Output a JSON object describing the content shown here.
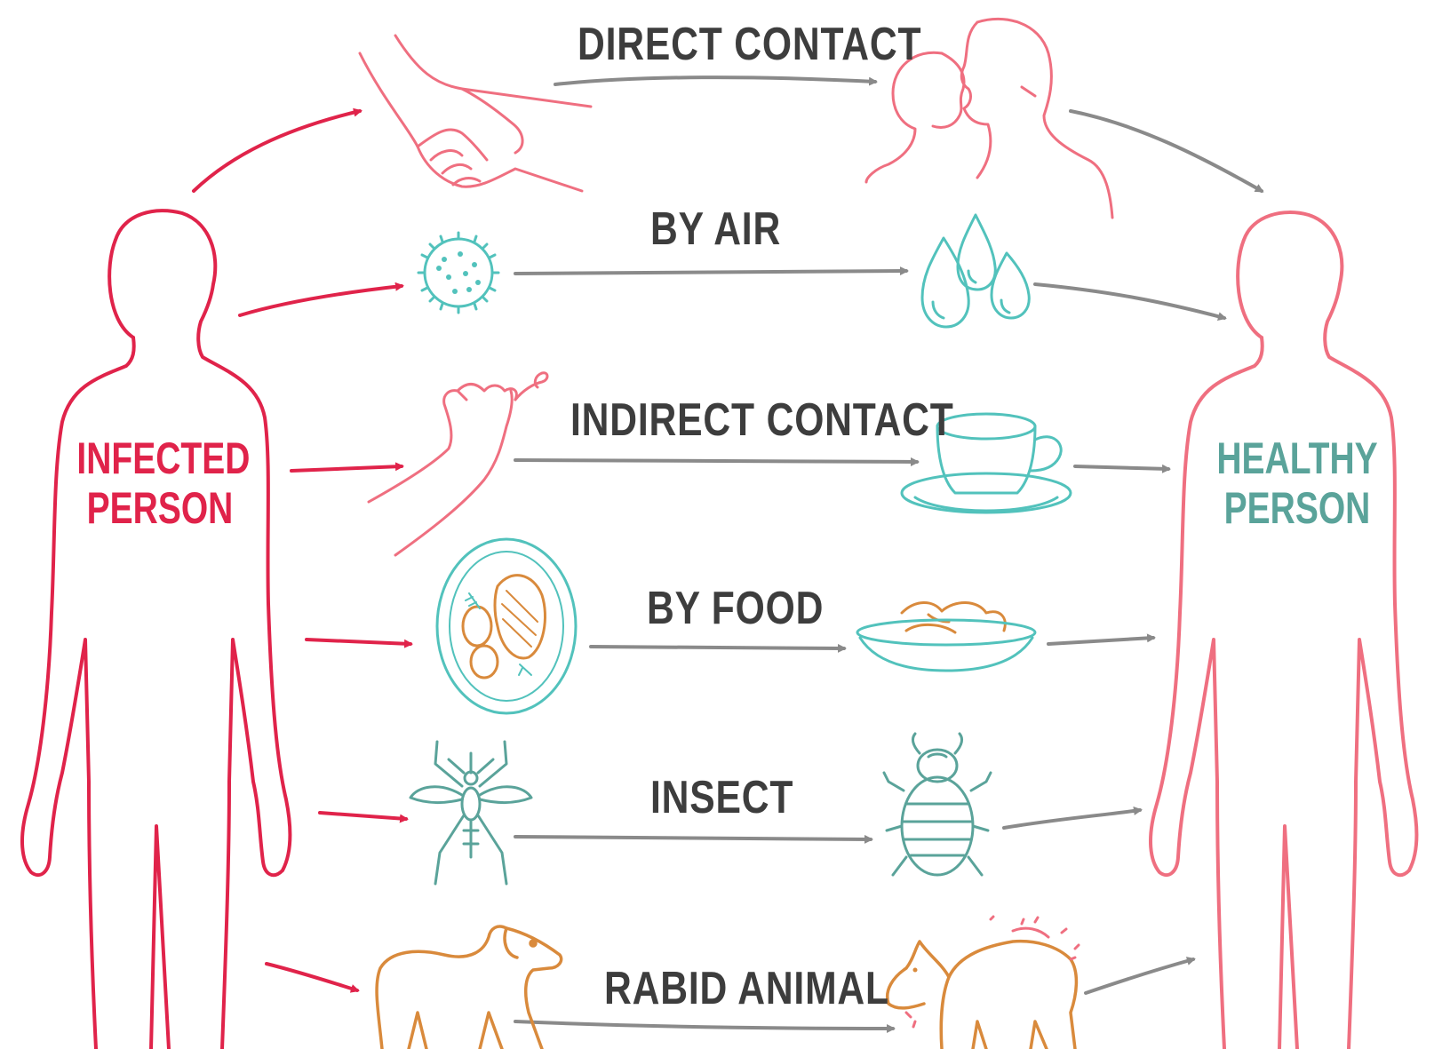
{
  "infected": {
    "line1": "INFECTED",
    "line2": "PERSON",
    "color": "#e0234a"
  },
  "healthy": {
    "line1": "HEALTHY",
    "line2": "PERSON",
    "color": "#5aa39a"
  },
  "routes": [
    {
      "label": "DIRECT CONTACT",
      "icon_from": "handshake-icon",
      "icon_to": "kiss-icon"
    },
    {
      "label": "BY AIR",
      "icon_from": "virus-icon",
      "icon_to": "droplets-icon"
    },
    {
      "label": "INDIRECT CONTACT",
      "icon_from": "sneezing-hand-icon",
      "icon_to": "teacup-icon"
    },
    {
      "label": "BY FOOD",
      "icon_from": "food-plate-icon",
      "icon_to": "food-bowl-icon"
    },
    {
      "label": "INSECT",
      "icon_from": "mosquito-icon",
      "icon_to": "bug-icon"
    },
    {
      "label": "RABID ANIMAL",
      "icon_from": "dog-icon",
      "icon_to": "rabid-dog-icon"
    }
  ],
  "colors": {
    "red": "#e0234a",
    "pink": "#ef6f80",
    "teal": "#52c2bc",
    "orange": "#d98a3c",
    "gray": "#8a8a8a",
    "dark": "#3d3d3d"
  }
}
